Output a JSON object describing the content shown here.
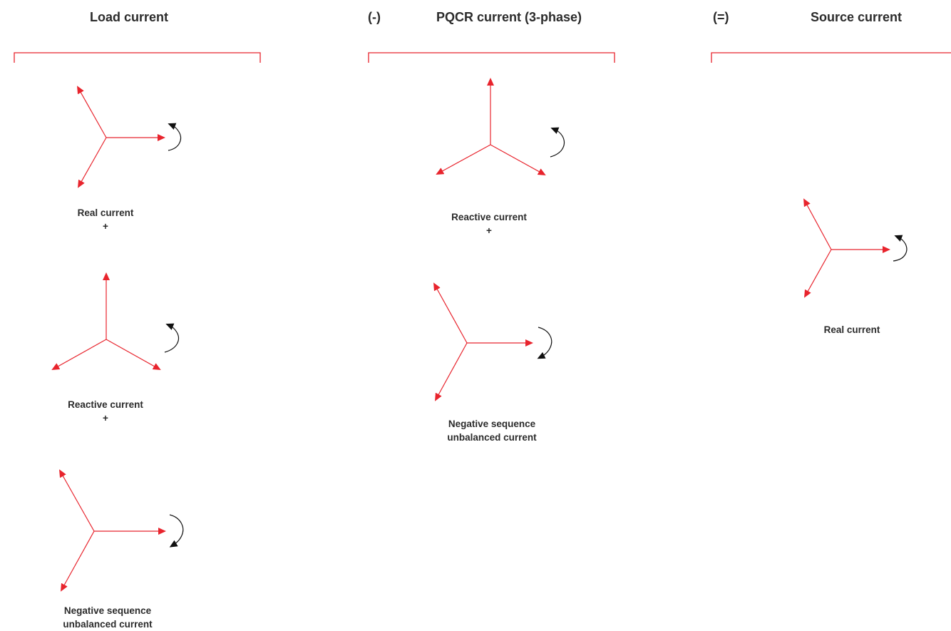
{
  "headers": {
    "load": "Load current",
    "minus_operator": "(-)",
    "pqcr": "PQCR current (3-phase)",
    "equals_operator": "(=)",
    "source": "Source current"
  },
  "captions": {
    "load_real": "Real current",
    "load_real_plus": "+",
    "load_reactive": "Reactive current",
    "load_reactive_plus": "+",
    "load_negative_line1": "Negative sequence",
    "load_negative_line2": "unbalanced current",
    "pqcr_reactive": "Reactive current",
    "pqcr_reactive_plus": "+",
    "pqcr_negative_line1": "Negative sequence",
    "pqcr_negative_line2": "unbalanced current",
    "source_real": "Real current"
  },
  "colors": {
    "phasor": "#e8242d",
    "bracket": "#e8242d",
    "rotation_arrow": "#111111",
    "text": "#2b2b2b"
  },
  "icons": {
    "phasor_diagram": "three-phase-phasor-star",
    "rotation": "rotation-arrow"
  }
}
